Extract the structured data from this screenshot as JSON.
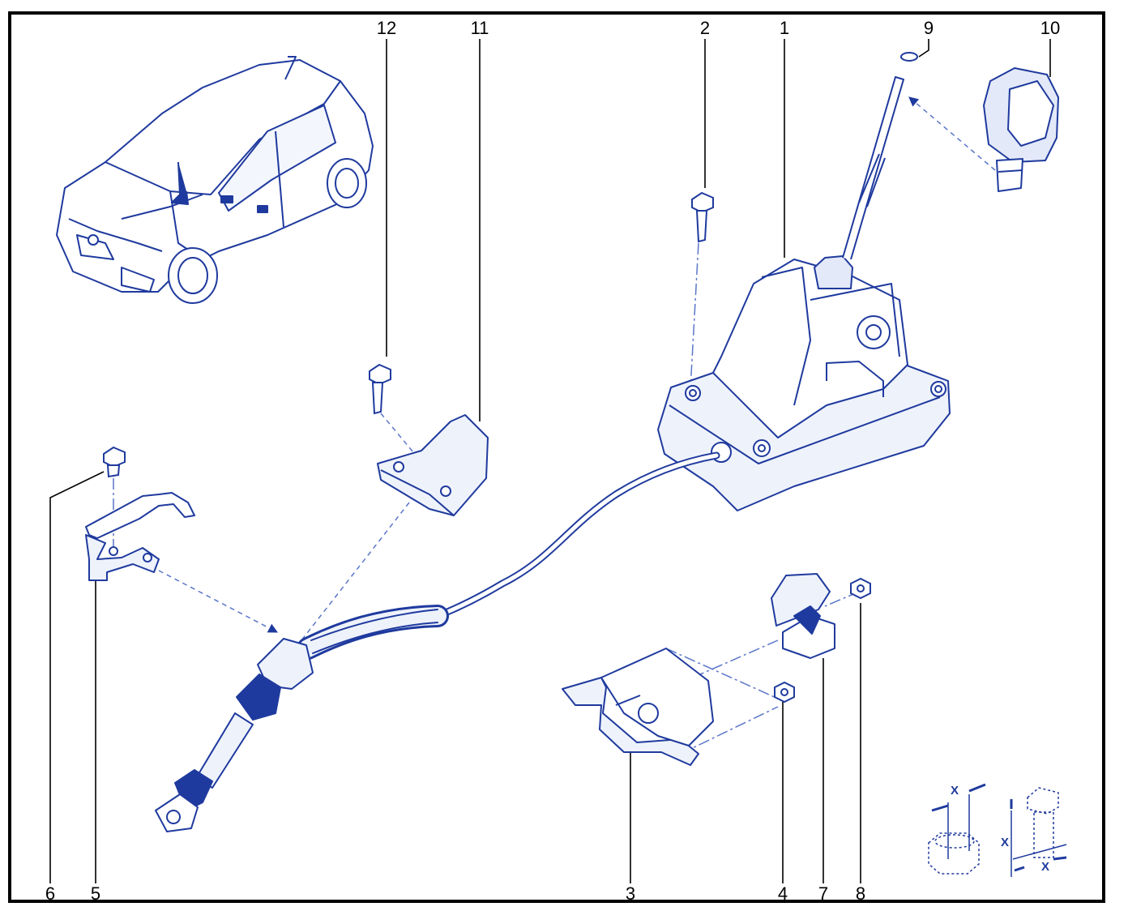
{
  "colors": {
    "ink": "#1f3a9e",
    "ink_light": "#5b76c9",
    "fill": "#e3e9f8",
    "frame": "#000000",
    "text": "#000000"
  },
  "callouts": {
    "c1": "1",
    "c2": "2",
    "c3": "3",
    "c4": "4",
    "c5": "5",
    "c6": "6",
    "c7": "7",
    "c8": "8",
    "c9": "9",
    "c10": "10",
    "c11": "11",
    "c12": "12"
  },
  "torque_legend": {
    "nut_label": "X",
    "bolt_label_vertical": "X",
    "bolt_label_horizontal": "X"
  },
  "icons": [
    "vehicle-illustration",
    "gear-lever-housing",
    "gear-knob",
    "shift-cable",
    "cable-bracket",
    "cable-clip",
    "nut",
    "bolt",
    "clip-ring",
    "support-bracket",
    "cable-stop"
  ]
}
